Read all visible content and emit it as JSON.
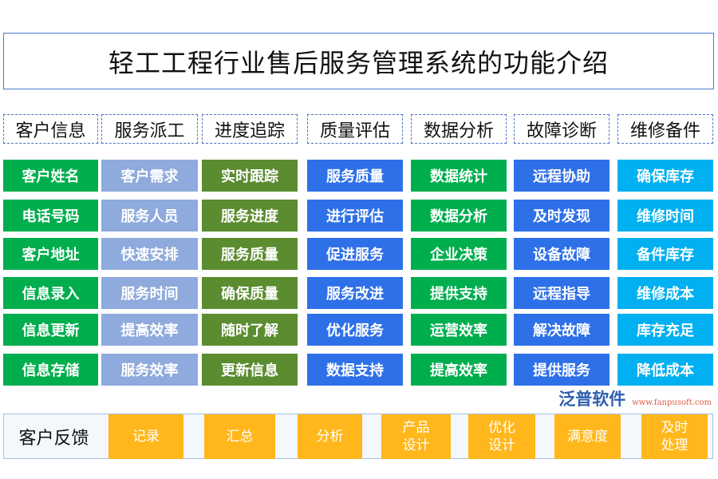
{
  "title": "轻工工程行业售后服务管理系统的功能介绍",
  "colors": {
    "green": "#00ae4e",
    "lightblue": "#8faadc",
    "olive": "#5b8c2f",
    "blue": "#2e70e8",
    "cyan": "#00b0f0",
    "orange": "#ffb71b"
  },
  "columns": [
    {
      "header": "客户信息",
      "color": "#00ae4e",
      "items": [
        "客户姓名",
        "电话号码",
        "客户地址",
        "信息录入",
        "信息更新",
        "信息存储"
      ]
    },
    {
      "header": "服务派工",
      "color": "#8faadc",
      "items": [
        "客户需求",
        "服务人员",
        "快速安排",
        "服务时间",
        "提高效率",
        "服务效率"
      ]
    },
    {
      "header": "进度追踪",
      "color": "#5b8c2f",
      "items": [
        "实时跟踪",
        "服务进度",
        "服务质量",
        "确保质量",
        "随时了解",
        "更新信息"
      ]
    },
    {
      "header": "质量评估",
      "color": "#2e70e8",
      "items": [
        "服务质量",
        "进行评估",
        "促进服务",
        "服务改进",
        "优化服务",
        "数据支持"
      ]
    },
    {
      "header": "数据分析",
      "color": "#00ae4e",
      "items": [
        "数据统计",
        "数据分析",
        "企业决策",
        "提供支持",
        "运营效率",
        "提高效率"
      ]
    },
    {
      "header": "故障诊断",
      "color": "#2e70e8",
      "items": [
        "远程协助",
        "及时发现",
        "设备故障",
        "远程指导",
        "解决故障",
        "提供服务"
      ]
    },
    {
      "header": "维修备件",
      "color": "#00b0f0",
      "items": [
        "确保库存",
        "维修时间",
        "备件库存",
        "维修成本",
        "库存充足",
        "降低成本"
      ]
    }
  ],
  "feedback": {
    "label": "客户反馈",
    "items": [
      "记录",
      "汇总",
      "分析",
      "产品\n设计",
      "优化\n设计",
      "满意度",
      "及时\n处理"
    ]
  },
  "logo": {
    "name": "泛普软件",
    "url": "www.fanpusoft.com"
  }
}
